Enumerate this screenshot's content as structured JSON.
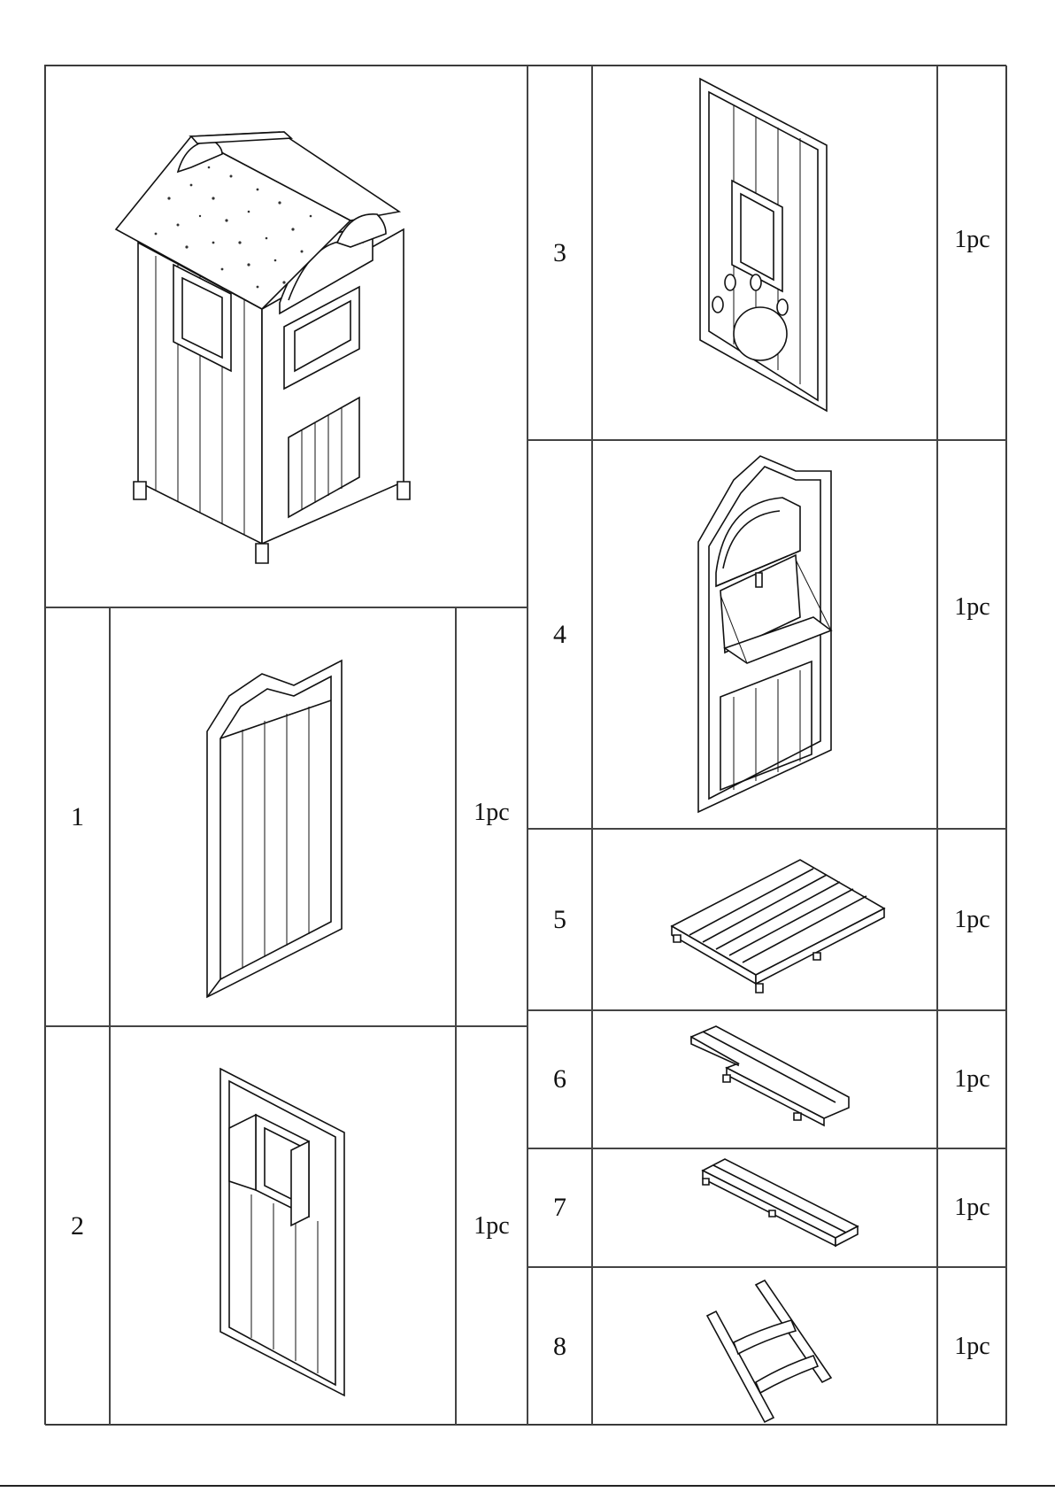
{
  "parts": [
    {
      "number": "1",
      "quantity": "1pc",
      "icon": "side-panel-gable-icon"
    },
    {
      "number": "2",
      "quantity": "1pc",
      "icon": "side-panel-with-window-icon"
    },
    {
      "number": "3",
      "quantity": "1pc",
      "icon": "back-panel-with-vents-icon"
    },
    {
      "number": "4",
      "quantity": "1pc",
      "icon": "front-panel-with-shelf-icon"
    },
    {
      "number": "5",
      "quantity": "1pc",
      "icon": "floor-pallet-icon"
    },
    {
      "number": "6",
      "quantity": "1pc",
      "icon": "stepped-board-icon"
    },
    {
      "number": "7",
      "quantity": "1pc",
      "icon": "plank-board-icon"
    },
    {
      "number": "8",
      "quantity": "1pc",
      "icon": "ladder-icon"
    }
  ],
  "overview_icon": "assembled-house-icon"
}
